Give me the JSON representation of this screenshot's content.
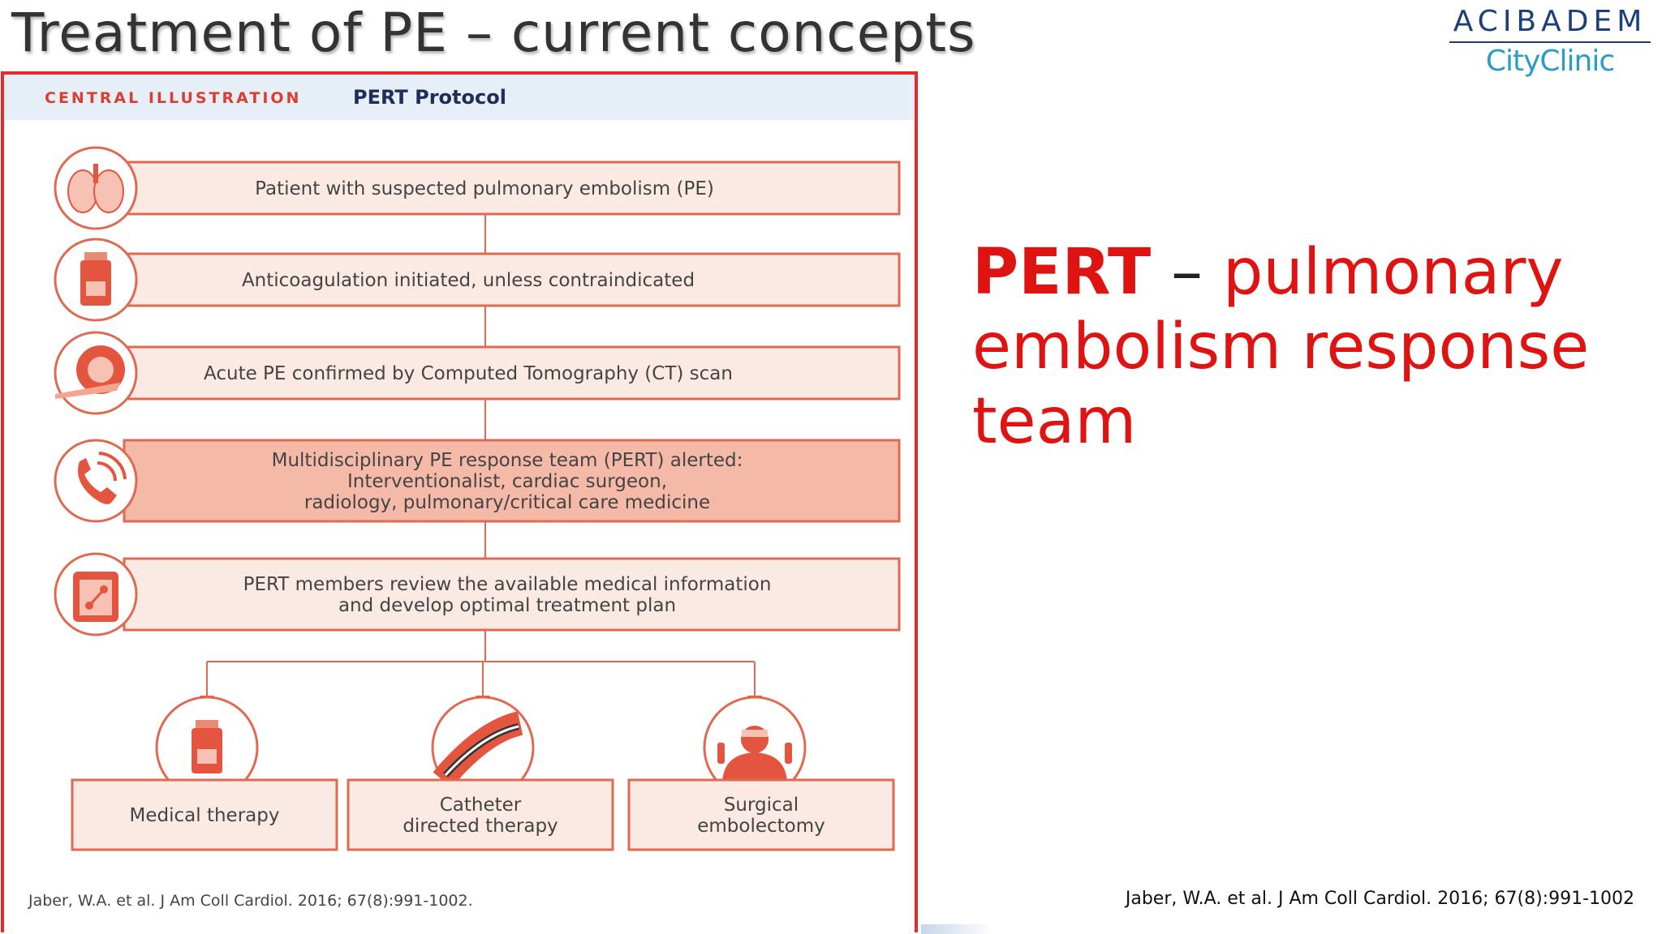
{
  "slide": {
    "title": "Treatment of PE – current concepts"
  },
  "logo": {
    "top": "ACIBADEM",
    "bottom": "CityClinic"
  },
  "figure": {
    "label": "CENTRAL ILLUSTRATION",
    "title": "PERT Protocol",
    "citation": "Jaber, W.A. et al. J Am Coll Cardiol. 2016; 67(8):991-1002.",
    "steps": [
      {
        "lines": [
          "Patient with suspected pulmonary embolism (PE)"
        ],
        "icon": "lungs-icon"
      },
      {
        "lines": [
          "Anticoagulation initiated, unless contraindicated"
        ],
        "icon": "rx-bottle-icon"
      },
      {
        "lines": [
          "Acute PE confirmed by Computed Tomography (CT) scan"
        ],
        "icon": "ct-scanner-icon"
      },
      {
        "lines": [
          "Multidisciplinary PE response team (PERT) alerted:",
          "Interventionalist, cardiac surgeon,",
          "radiology, pulmonary/critical care medicine"
        ],
        "icon": "phone-icon"
      },
      {
        "lines": [
          "PERT members review the available medical information",
          "and develop optimal treatment plan"
        ],
        "icon": "clipboard-icon"
      }
    ],
    "outcomes": [
      {
        "lines": [
          "Medical therapy"
        ],
        "icon": "rx-bottle-icon"
      },
      {
        "lines": [
          "Catheter",
          "directed therapy"
        ],
        "icon": "catheter-icon"
      },
      {
        "lines": [
          "Surgical",
          "embolectomy"
        ],
        "icon": "surgeon-icon"
      }
    ],
    "colors": {
      "border": "#e22b2b",
      "box_fill": "#fbeae4",
      "box_highlight": "#f5b9a8",
      "box_stroke": "#df6a52",
      "label": "#d94032",
      "header_bg": "#e6eef7"
    }
  },
  "pert": {
    "abbr": "PERT",
    "dash": " – ",
    "definition": "pulmonary embolism response team"
  },
  "citation": "Jaber, W.A. et al. J Am Coll Cardiol. 2016; 67(8):991-1002"
}
